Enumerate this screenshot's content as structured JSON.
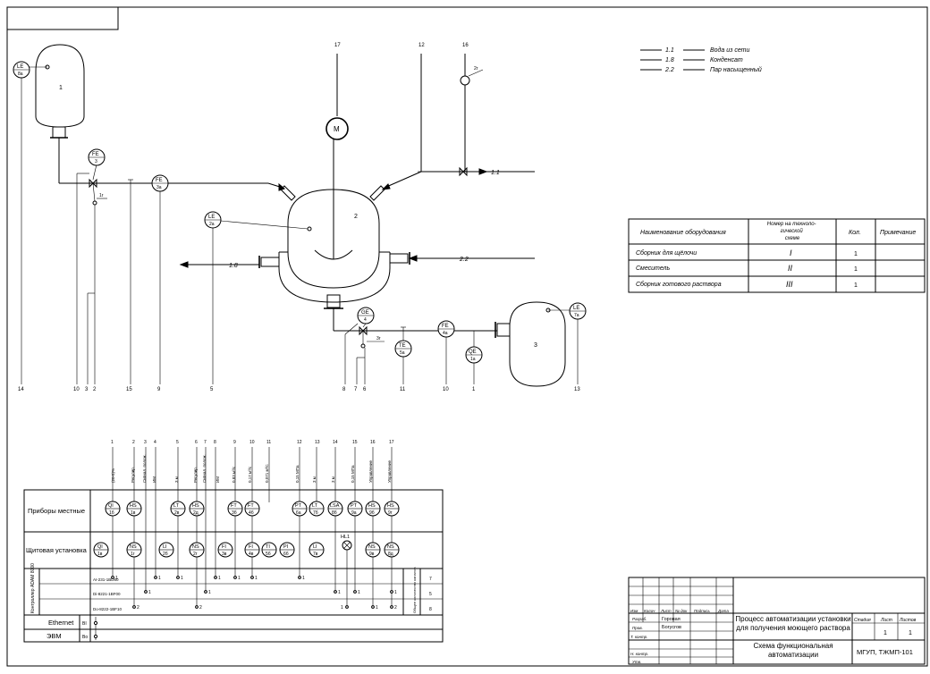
{
  "vessels": [
    {
      "id": "vessel-1",
      "label": "1"
    },
    {
      "id": "vessel-2",
      "label": "2"
    },
    {
      "id": "vessel-3",
      "label": "3"
    }
  ],
  "motor": "М",
  "top_numbers": [
    "17",
    "12",
    "16"
  ],
  "valve_tags": [
    "1г",
    "2г",
    "3г"
  ],
  "flows": {
    "water": "1.1",
    "condensate": "1.8",
    "steam": "2.2"
  },
  "legend": [
    {
      "code": "1.1",
      "label": "Вода из сети"
    },
    {
      "code": "1.8",
      "label": "Конденсат"
    },
    {
      "code": "2.2",
      "label": "Пар насыщенный"
    }
  ],
  "instruments": [
    {
      "id": "le-8a",
      "l1": "LE",
      "l2": "8а"
    },
    {
      "id": "fe-3",
      "l1": "FE",
      "l2": "3"
    },
    {
      "id": "fe-3a",
      "l1": "FE",
      "l2": "3а"
    },
    {
      "id": "le-2a",
      "l1": "LE",
      "l2": "2а"
    },
    {
      "id": "ge-4",
      "l1": "GE",
      "l2": "4"
    },
    {
      "id": "te-5a",
      "l1": "TE",
      "l2": "5а"
    },
    {
      "id": "fe-4a",
      "l1": "FE",
      "l2": "4а"
    },
    {
      "id": "qe-1a",
      "l1": "QE",
      "l2": "1а"
    },
    {
      "id": "le-7a",
      "l1": "LE",
      "l2": "7а"
    }
  ],
  "bottom_line_numbers": [
    "14",
    "10",
    "3",
    "2",
    "15",
    "9",
    "5",
    "8",
    "7",
    "6",
    "11",
    "10",
    "1",
    "13"
  ],
  "equipment_table": {
    "headers": [
      "Наименование оборудования",
      "Номер на техноло-\nгической\nсхеме",
      "Кол.",
      "Примечание"
    ],
    "rows": [
      {
        "name": "Сборник для щёлочи",
        "num": "I",
        "qty": "1",
        "note": ""
      },
      {
        "name": "Смеситель",
        "num": "II",
        "qty": "1",
        "note": ""
      },
      {
        "name": "Сборник готового раствора",
        "num": "III",
        "qty": "1",
        "note": ""
      }
    ]
  },
  "panel": {
    "row_labels": {
      "local": "Приборы местные",
      "board": "Щитовая установка",
      "controller": "Контроллер ADAM 8000",
      "ethernet": "Ethernet",
      "evm": "ЭВМ",
      "bi": "BI",
      "bo": "Bo"
    },
    "columns": [
      {
        "n": "1",
        "sig": "(20-5)%"
      },
      {
        "n": "2",
        "sig": "Регулир."
      },
      {
        "n": "3",
        "sig": "Сигнал. полож."
      },
      {
        "n": "4",
        "sig": "ИМ"
      },
      {
        "n": "5",
        "sig": "3 м"
      },
      {
        "n": "6",
        "sig": "Регулир."
      },
      {
        "n": "7",
        "sig": "Сигнал. полож."
      },
      {
        "n": "8",
        "sig": "ИМ"
      },
      {
        "n": "9",
        "sig": "0,83 м³/с"
      },
      {
        "n": "10",
        "sig": "0,17 м³/с"
      },
      {
        "n": "11",
        "sig": "0,071 м³/с"
      },
      {
        "n": "12",
        "sig": "0,15 МПа"
      },
      {
        "n": "13",
        "sig": "3 м"
      },
      {
        "n": "14",
        "sig": "3 м"
      },
      {
        "n": "15",
        "sig": "0,15 МПа"
      },
      {
        "n": "16",
        "sig": "Управление"
      },
      {
        "n": "17",
        "sig": "Управление"
      }
    ],
    "local_devices": [
      {
        "l1": "QI",
        "l2": "1б"
      },
      {
        "l1": "HS",
        "l2": "1в"
      },
      {
        "l1": "LT",
        "l2": "2в"
      },
      {
        "l1": "HS",
        "l2": "2д"
      },
      {
        "l1": "FT",
        "l2": "3б"
      },
      {
        "l1": "FT",
        "l2": "4б"
      },
      {
        "l1": "PT",
        "l2": "6а"
      },
      {
        "l1": "LT",
        "l2": "7б"
      },
      {
        "l1": "LSA",
        "l2": "8б"
      },
      {
        "l1": "PT",
        "l2": "9а"
      },
      {
        "l1": "HS",
        "l2": "9б"
      },
      {
        "l1": "HS",
        "l2": "9г"
      }
    ],
    "board_devices": [
      {
        "l1": "QI",
        "l2": "1в"
      },
      {
        "l1": "NS",
        "l2": "1г"
      },
      {
        "l1": "LI",
        "l2": "2б"
      },
      {
        "l1": "NS",
        "l2": "2г"
      },
      {
        "l1": "FI",
        "l2": "3в"
      },
      {
        "l1": "FI",
        "l2": "4в"
      },
      {
        "l1": "TI",
        "l2": "5б"
      },
      {
        "l1": "PI",
        "l2": "6б"
      },
      {
        "l1": "LI",
        "l2": "7в"
      },
      {
        "l1": "NS",
        "l2": "9в"
      },
      {
        "l1": "NS",
        "l2": "8д"
      }
    ],
    "lamp": "HL1",
    "modules": [
      {
        "name": "AI-231-1BD60",
        "count": "7"
      },
      {
        "name": "Di-8221-1BF00",
        "count": "5"
      },
      {
        "name": "Do-8222-1BF10",
        "count": "8"
      }
    ],
    "total_label": "Общее количество каналов",
    "mark_1": "1",
    "mark_2": "2"
  },
  "title_block": {
    "header_cells": [
      "Изм",
      "Колич",
      "Лист",
      "№ док",
      "Подпись",
      "Дата"
    ],
    "roles": [
      "Разраб.",
      "Пров.",
      "Т. контр.",
      "Н. контр.",
      "Утв."
    ],
    "people": [
      "Горовая",
      "Богусгов"
    ],
    "doc_title": "Процесс автоматизации установки для получения моющего раствора",
    "sheet_title": "Схема функциональная автоматизации",
    "stage_label": "Стадия",
    "sheet_label": "Лист",
    "sheets_label": "Листов",
    "sheet": "1",
    "sheets": "1",
    "org": "МГУП, ТЖМП-101"
  }
}
